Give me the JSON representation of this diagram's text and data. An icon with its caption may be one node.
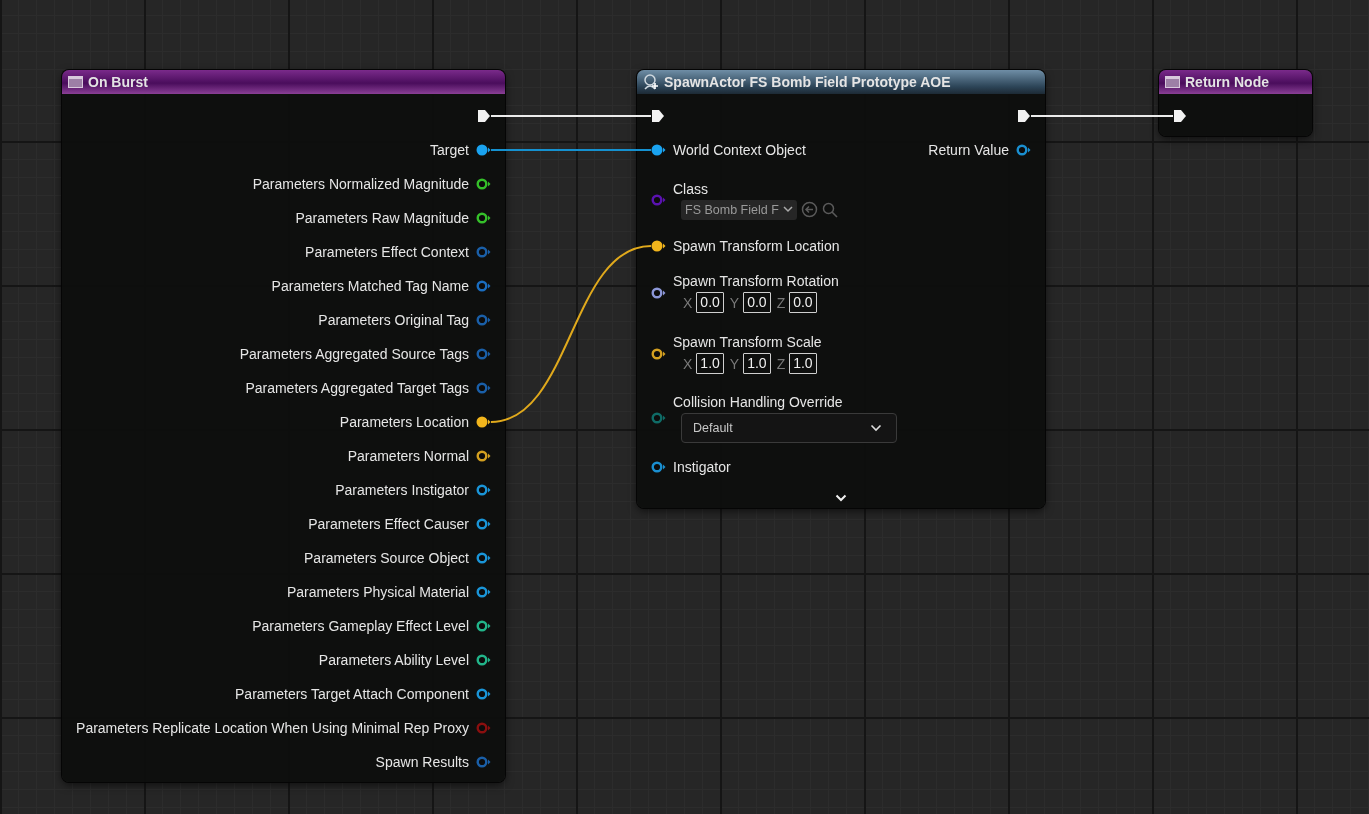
{
  "diagram": {
    "nodes": [
      {
        "text": [
          "On Burst"
        ]
      },
      {
        "text": [],
        "shape": "arrow",
        "in": 0
      },
      {
        "text": [
          "Target"
        ],
        "in": 0
      },
      {
        "text": [
          "Parameters Normalized Magnitude"
        ],
        "in": 0
      },
      {
        "text": [
          "Parameters Raw Magnitude"
        ],
        "in": 0
      },
      {
        "text": [
          "Parameters Effect Context"
        ],
        "in": 0
      },
      {
        "text": [
          "Parameters Matched Tag Name"
        ],
        "in": 0
      },
      {
        "text": [
          "Parameters Original Tag"
        ],
        "in": 0
      },
      {
        "text": [
          "Parameters Aggregated Source Tags"
        ],
        "in": 0
      },
      {
        "text": [
          "Parameters Aggregated Target Tags"
        ],
        "in": 0
      },
      {
        "text": [
          "Parameters Location"
        ],
        "in": 0
      },
      {
        "text": [
          "Parameters Normal"
        ],
        "in": 0
      },
      {
        "text": [
          "Parameters Instigator"
        ],
        "in": 0
      },
      {
        "text": [
          "Parameters Effect Causer"
        ],
        "in": 0
      },
      {
        "text": [
          "Parameters Source Object"
        ],
        "in": 0
      },
      {
        "text": [
          "Parameters Physical Material"
        ],
        "in": 0
      },
      {
        "text": [
          "Parameters Gameplay Effect Level"
        ],
        "in": 0
      },
      {
        "text": [
          "Parameters Ability Level"
        ],
        "in": 0
      },
      {
        "text": [
          "Parameters Target Attach Component"
        ],
        "in": 0
      },
      {
        "text": [
          "Parameters Replicate Location When Using Minimal Rep Proxy"
        ],
        "in": 0
      },
      {
        "text": [
          "Spawn Results"
        ],
        "in": 0
      },
      {
        "text": [
          "SpawnActor FS Bomb Field Prototype AOE"
        ]
      },
      {
        "text": [],
        "shape": "arrow",
        "in": 21
      },
      {
        "text": [],
        "shape": "arrow",
        "in": 21
      },
      {
        "text": [
          "World Context Object"
        ],
        "in": 21
      },
      {
        "text": [
          "Return Value"
        ],
        "in": 21
      },
      {
        "text": [
          "Class",
          "FS Bomb Field F"
        ],
        "in": 21
      },
      {
        "text": [
          "Spawn Transform Location"
        ],
        "in": 21
      },
      {
        "text": [
          "Spawn Transform Rotation",
          "X",
          "0.0",
          "Y",
          "0.0",
          "Z",
          "0.0"
        ],
        "in": 21
      },
      {
        "text": [
          "Spawn Transform Scale",
          "X",
          "1.0",
          "Y",
          "1.0",
          "Z",
          "1.0"
        ],
        "in": 21
      },
      {
        "text": [
          "Collision Handling Override",
          "Default"
        ],
        "in": 21
      },
      {
        "text": [
          "Instigator"
        ],
        "in": 21
      },
      {
        "text": [
          "Return Node"
        ]
      },
      {
        "text": [],
        "shape": "arrow",
        "in": 32
      }
    ],
    "edges": [
      {
        "from": 1,
        "to": 22,
        "arrow": "none"
      },
      {
        "from": 2,
        "to": 24,
        "arrow": "none",
        "color": "#1591d0"
      },
      {
        "from": 10,
        "to": 27,
        "arrow": "none",
        "color": "#e0a91c"
      },
      {
        "from": 23,
        "to": 33,
        "arrow": "none"
      }
    ]
  }
}
